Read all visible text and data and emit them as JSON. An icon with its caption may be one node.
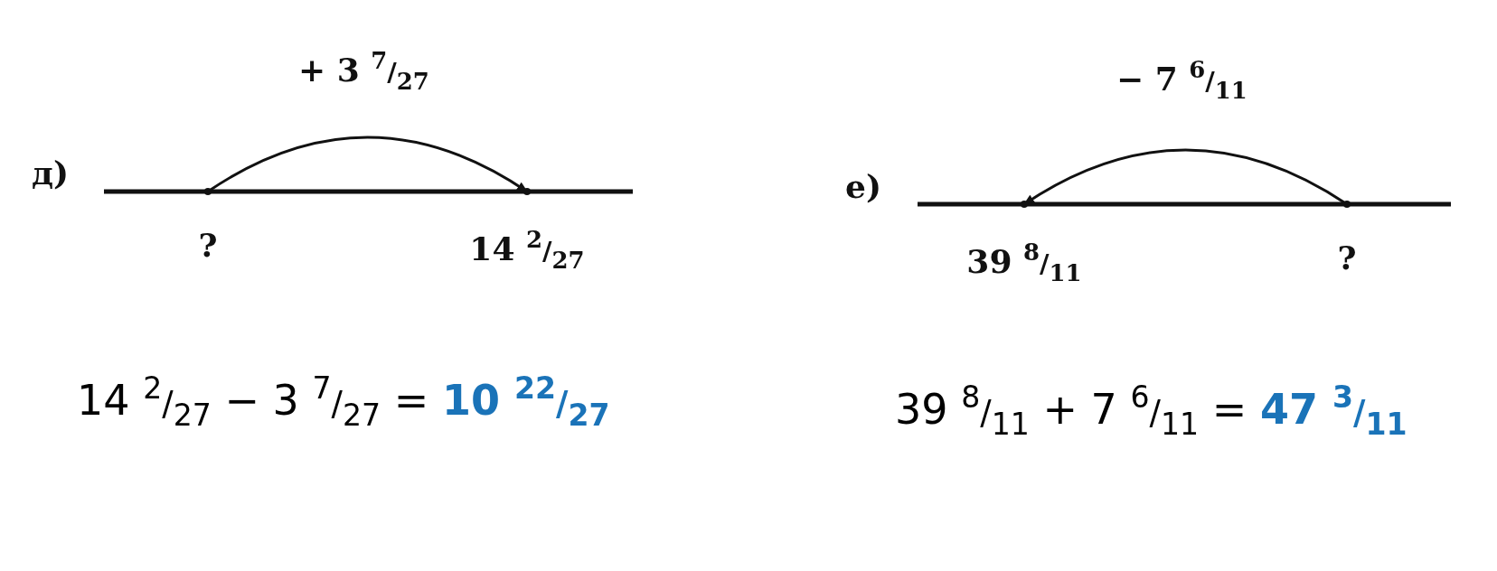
{
  "diagram": {
    "nodes": [
      {
        "text": [
          "?"
        ]
      },
      {
        "text": [
          "14 $^{2}$/$_{27}$"
        ]
      },
      {
        "text": [
          "39 $^{8}$/$_{11}$"
        ]
      },
      {
        "text": [
          "?"
        ]
      }
    ],
    "edges": [
      {
        "from": 0,
        "to": 1,
        "arrow": "to",
        "label": "+ 3 $^{7}$/$_{27}$"
      },
      {
        "from": 3,
        "to": 2,
        "arrow": "to",
        "label": "− 7 $^{6}$/$_{11}$"
      }
    ],
    "labels": [
      "д)",
      "е)",
      "14 $^{2}$/$_{27}$ − 3 $^{7}$/$_{27}$ = **10 $^{22}$/$_{27}$**",
      "39 $^{8}$/$_{11}$ + 7 $^{6}$/$_{11}$ = **47 $^{3}$/$_{11}$**"
    ]
  }
}
